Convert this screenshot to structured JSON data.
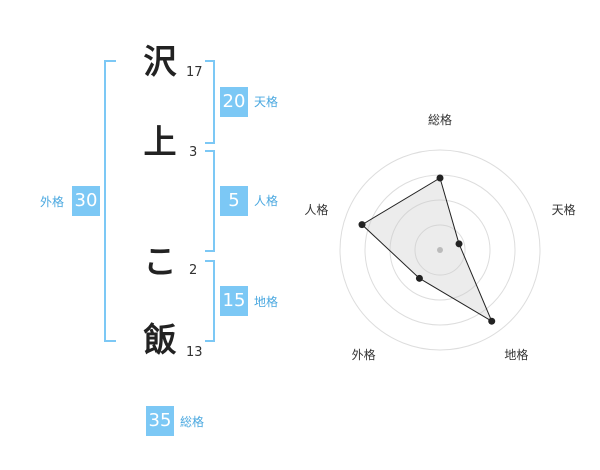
{
  "name": {
    "chars": [
      {
        "char": "沢",
        "strokes": "17"
      },
      {
        "char": "上",
        "strokes": "3"
      },
      {
        "char": "こ",
        "strokes": "2"
      },
      {
        "char": "飯",
        "strokes": "13"
      }
    ]
  },
  "scores": {
    "tenkaku": {
      "value": "20",
      "label": "天格"
    },
    "jinkaku": {
      "value": "5",
      "label": "人格"
    },
    "chikaku": {
      "value": "15",
      "label": "地格"
    },
    "gaikaku": {
      "value": "30",
      "label": "外格"
    },
    "soukaku": {
      "value": "35",
      "label": "総格"
    }
  },
  "colors": {
    "accent": "#7cc8f5",
    "accent_text": "#4aa8e0"
  },
  "chart_data": {
    "type": "radar",
    "axes": [
      "総格",
      "天格",
      "地格",
      "外格",
      "人格"
    ],
    "values": [
      0.72,
      0.2,
      0.88,
      0.35,
      0.82
    ],
    "rings": 4,
    "max": 1
  }
}
